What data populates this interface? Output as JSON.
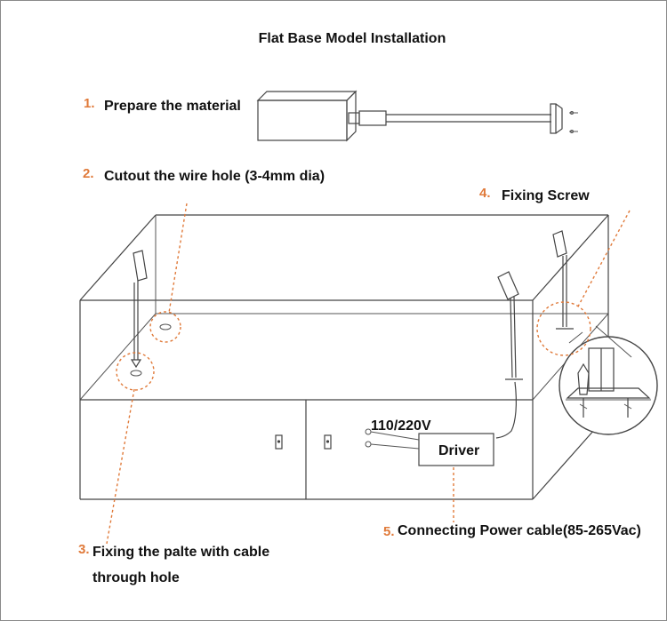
{
  "title": "Flat Base Model Installation",
  "steps": [
    {
      "num": "1.",
      "text": "Prepare the material"
    },
    {
      "num": "2.",
      "text": "Cutout the wire hole (3-4mm dia)"
    },
    {
      "num": "3.",
      "text": "Fixing the palte with cable",
      "text2": "through hole"
    },
    {
      "num": "4.",
      "text": "Fixing Screw"
    },
    {
      "num": "5.",
      "text": "Connecting Power cable(85-265Vac)"
    }
  ],
  "labels": {
    "voltage": "110/220V",
    "driver": "Driver"
  },
  "colors": {
    "accent": "#e07a3a",
    "line": "#444444"
  }
}
